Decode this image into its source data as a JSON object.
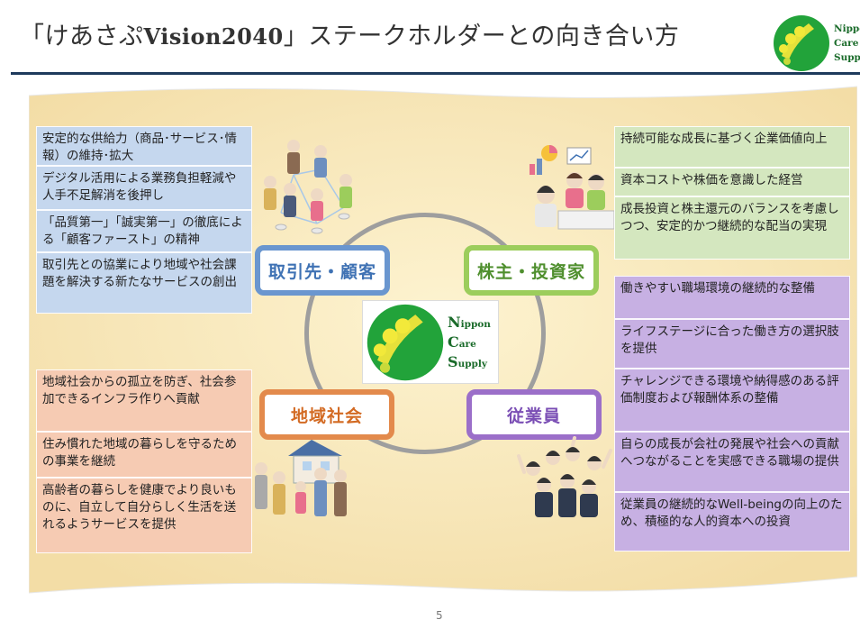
{
  "header": {
    "title_prefix": "「けあさぷ",
    "title_vision": "Vision2040",
    "title_suffix": "」ステークホルダーとの向き合い方"
  },
  "logo": {
    "n": "N",
    "ippon": "ippon",
    "c": "C",
    "are": "are",
    "s": "S",
    "upply": "upply"
  },
  "corner_logo": {
    "line1": "Nippo",
    "line2": "Care",
    "line3": "Supp"
  },
  "hubs": {
    "customers": "取引先・顧客",
    "shareholders": "株主・投資家",
    "community": "地域社会",
    "employees": "従業員"
  },
  "customers_items": [
    "安定的な供給力（商品･サービス･情報）の維持･拡大",
    "デジタル活用による業務負担軽減や人手不足解消を後押し",
    "「品質第一」「誠実第一」の徹底による「顧客ファースト」の精神",
    "取引先との協業により地域や社会課題を解決する新たなサービスの創出"
  ],
  "community_items": [
    "地域社会からの孤立を防ぎ、社会参加できるインフラ作りへ貢献",
    "住み慣れた地域の暮らしを守るための事業を継続",
    "高齢者の暮らしを健康でより良いものに、自立して自分らしく生活を送れるようサービスを提供"
  ],
  "shareholders_items": [
    "持続可能な成長に基づく企業価値向上",
    "資本コストや株価を意識した経営",
    "成長投資と株主還元のバランスを考慮しつつ、安定的かつ継続的な配当の実現"
  ],
  "employees_items": [
    "働きやすい職場環境の継続的な整備",
    "ライフステージに合った働き方の選択肢を提供",
    "チャレンジできる環境や納得感のある評価制度および報酬体系の整備",
    "自らの成長が会社の発展や社会への貢献へつながることを実感できる職場の提供",
    "従業員の継続的なWell-beingの向上のため、積極的な人的資本への投資"
  ],
  "page_number": "5"
}
